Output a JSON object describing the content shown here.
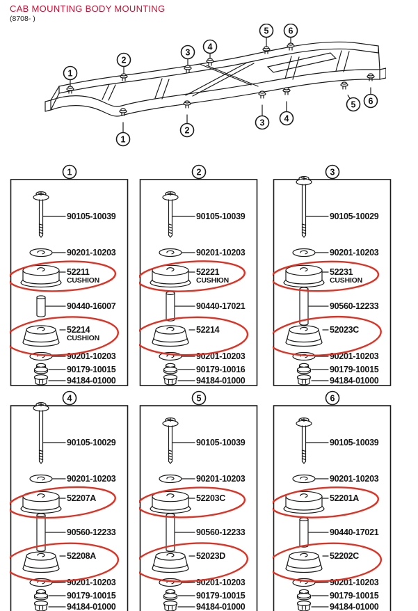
{
  "colors": {
    "title_red": "#cc1133",
    "annotation_red": "#e03224",
    "ink": "#1a1a1a"
  },
  "header": {
    "title": "CAB MOUNTING BODY MOUNTING",
    "subtitle": "(8708- )"
  },
  "frame_diagram": {
    "callouts_top": [
      {
        "n": "1"
      },
      {
        "n": "2"
      },
      {
        "n": "3"
      },
      {
        "n": "4"
      },
      {
        "n": "5"
      },
      {
        "n": "6"
      }
    ],
    "callouts_bottom": [
      {
        "n": "1"
      },
      {
        "n": "2"
      },
      {
        "n": "3"
      },
      {
        "n": "4"
      },
      {
        "n": "5"
      },
      {
        "n": "6"
      }
    ]
  },
  "boxes": [
    {
      "number": "1",
      "parts": [
        {
          "type": "bolt",
          "no": "90105-10039",
          "sublabel": "",
          "circled": false
        },
        {
          "type": "washer",
          "no": "90201-10203",
          "sublabel": "",
          "circled": false
        },
        {
          "type": "cushion-upper",
          "no": "52211",
          "sublabel": "CUSHION",
          "circled": true
        },
        {
          "type": "spacer",
          "no": "90440-16007",
          "sublabel": "",
          "circled": false
        },
        {
          "type": "cushion-lower",
          "no": "52214",
          "sublabel": "CUSHION",
          "circled": true
        },
        {
          "type": "washer",
          "no": "90201-10203",
          "sublabel": "",
          "circled": false
        },
        {
          "type": "nut",
          "no": "90179-10015",
          "sublabel": "",
          "circled": false
        },
        {
          "type": "cap-nut",
          "no": "94184-01000",
          "sublabel": "",
          "circled": false
        }
      ]
    },
    {
      "number": "2",
      "parts": [
        {
          "type": "bolt",
          "no": "90105-10039",
          "sublabel": "",
          "circled": false
        },
        {
          "type": "washer",
          "no": "90201-10203",
          "sublabel": "",
          "circled": false
        },
        {
          "type": "cushion-upper",
          "no": "52221",
          "sublabel": "CUSHION",
          "circled": true
        },
        {
          "type": "spacer",
          "no": "90440-17021",
          "sublabel": "",
          "circled": false
        },
        {
          "type": "cushion-lower",
          "no": "52214",
          "sublabel": "",
          "circled": true
        },
        {
          "type": "washer",
          "no": "90201-10203",
          "sublabel": "",
          "circled": false
        },
        {
          "type": "nut",
          "no": "90179-10016",
          "sublabel": "",
          "circled": false
        },
        {
          "type": "cap-nut",
          "no": "94184-01000",
          "sublabel": "",
          "circled": false
        }
      ]
    },
    {
      "number": "3",
      "parts": [
        {
          "type": "bolt",
          "no": "90105-10029",
          "sublabel": "",
          "circled": false
        },
        {
          "type": "washer",
          "no": "90201-10203",
          "sublabel": "",
          "circled": false
        },
        {
          "type": "cushion-upper",
          "no": "52231",
          "sublabel": "CUSHION",
          "circled": true
        },
        {
          "type": "spacer",
          "no": "90560-12233",
          "sublabel": "",
          "circled": false
        },
        {
          "type": "cushion-lower",
          "no": "52023C",
          "sublabel": "",
          "circled": true
        },
        {
          "type": "washer",
          "no": "90201-10203",
          "sublabel": "",
          "circled": false
        },
        {
          "type": "nut",
          "no": "90179-10015",
          "sublabel": "",
          "circled": false
        },
        {
          "type": "cap-nut",
          "no": "94184-01000",
          "sublabel": "",
          "circled": false
        }
      ]
    },
    {
      "number": "4",
      "parts": [
        {
          "type": "bolt",
          "no": "90105-10029",
          "sublabel": "",
          "circled": false
        },
        {
          "type": "washer",
          "no": "90201-10203",
          "sublabel": "",
          "circled": false
        },
        {
          "type": "cushion-upper",
          "no": "52207A",
          "sublabel": "",
          "circled": true
        },
        {
          "type": "spacer",
          "no": "90560-12233",
          "sublabel": "",
          "circled": false
        },
        {
          "type": "cushion-lower",
          "no": "52208A",
          "sublabel": "",
          "circled": true
        },
        {
          "type": "washer",
          "no": "90201-10203",
          "sublabel": "",
          "circled": false
        },
        {
          "type": "nut",
          "no": "90179-10015",
          "sublabel": "",
          "circled": false
        },
        {
          "type": "cap-nut",
          "no": "94184-01000",
          "sublabel": "",
          "circled": false
        }
      ]
    },
    {
      "number": "5",
      "parts": [
        {
          "type": "bolt",
          "no": "90105-10039",
          "sublabel": "",
          "circled": false
        },
        {
          "type": "washer",
          "no": "90201-10203",
          "sublabel": "",
          "circled": false
        },
        {
          "type": "cushion-upper",
          "no": "52203C",
          "sublabel": "",
          "circled": true
        },
        {
          "type": "spacer",
          "no": "90560-12233",
          "sublabel": "",
          "circled": false
        },
        {
          "type": "cushion-lower",
          "no": "52023D",
          "sublabel": "",
          "circled": true
        },
        {
          "type": "washer",
          "no": "90201-10203",
          "sublabel": "",
          "circled": false
        },
        {
          "type": "nut",
          "no": "90179-10015",
          "sublabel": "",
          "circled": false
        },
        {
          "type": "cap-nut",
          "no": "94184-01000",
          "sublabel": "",
          "circled": false
        }
      ]
    },
    {
      "number": "6",
      "parts": [
        {
          "type": "bolt",
          "no": "90105-10039",
          "sublabel": "",
          "circled": false
        },
        {
          "type": "washer",
          "no": "90201-10203",
          "sublabel": "",
          "circled": false
        },
        {
          "type": "cushion-upper",
          "no": "52201A",
          "sublabel": "",
          "circled": true
        },
        {
          "type": "spacer",
          "no": "90440-17021",
          "sublabel": "",
          "circled": false
        },
        {
          "type": "cushion-lower",
          "no": "52202C",
          "sublabel": "",
          "circled": true
        },
        {
          "type": "washer",
          "no": "90201-10203",
          "sublabel": "",
          "circled": false
        },
        {
          "type": "nut",
          "no": "90179-10015",
          "sublabel": "",
          "circled": false
        },
        {
          "type": "cap-nut",
          "no": "94184-01000",
          "sublabel": "",
          "circled": false
        }
      ]
    }
  ]
}
